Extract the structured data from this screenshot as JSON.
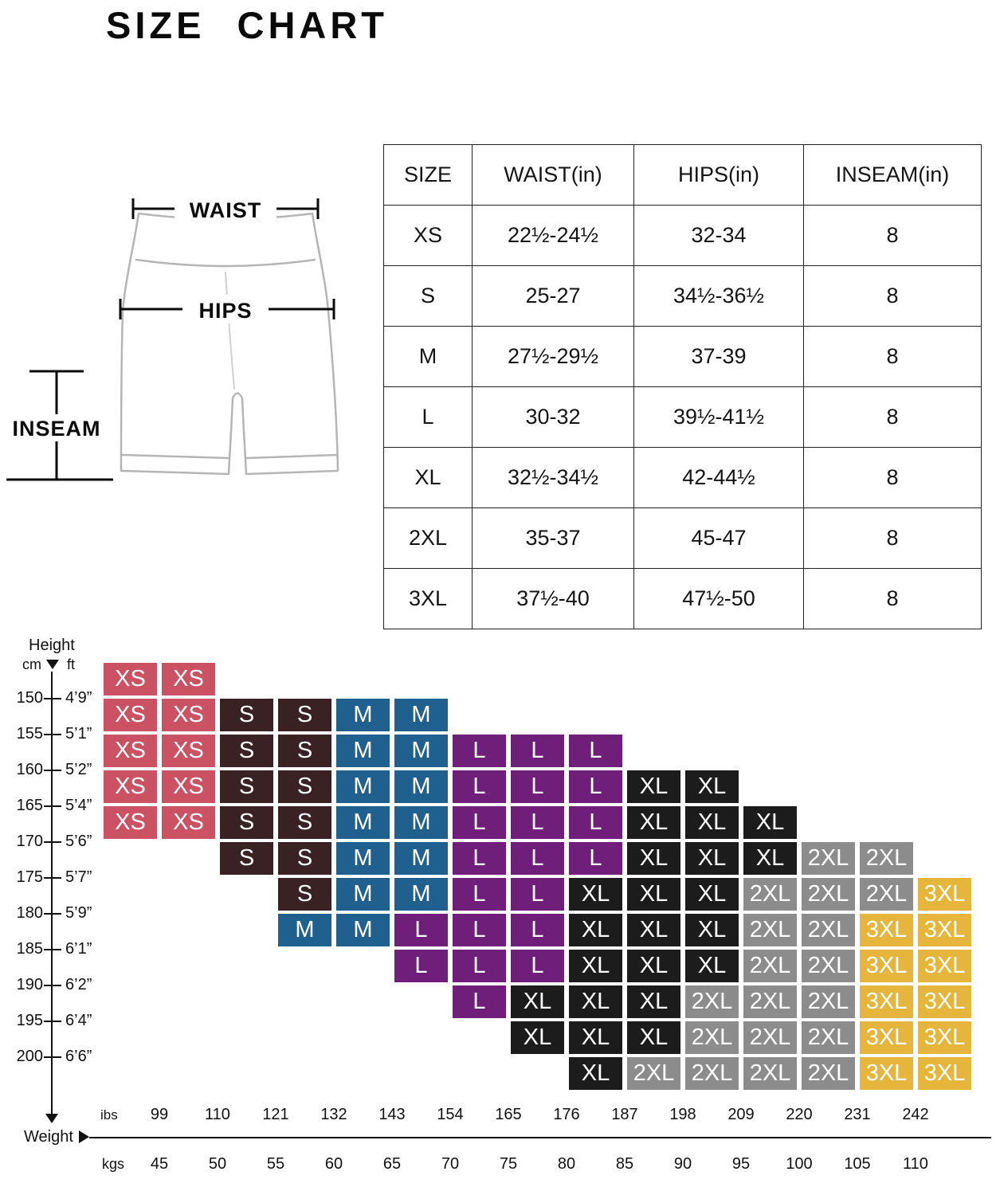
{
  "title": "SIZE CHART",
  "diagram": {
    "waist_label": "WAIST",
    "hips_label": "HIPS",
    "inseam_label": "INSEAM"
  },
  "chart_data": [
    {
      "type": "table",
      "title": "SIZE CHART",
      "columns": [
        "SIZE",
        "WAIST(in)",
        "HIPS(in)",
        "INSEAM(in)"
      ],
      "rows": [
        [
          "XS",
          "22½-24½",
          "32-34",
          "8"
        ],
        [
          "S",
          "25-27",
          "34½-36½",
          "8"
        ],
        [
          "M",
          "27½-29½",
          "37-39",
          "8"
        ],
        [
          "L",
          "30-32",
          "39½-41½",
          "8"
        ],
        [
          "XL",
          "32½-34½",
          "42-44½",
          "8"
        ],
        [
          "2XL",
          "35-37",
          "45-47",
          "8"
        ],
        [
          "3XL",
          "37½-40",
          "47½-50",
          "8"
        ]
      ]
    },
    {
      "type": "heatmap",
      "xlabel": "Weight",
      "ylabel": "Height",
      "x_unit_labels": {
        "lbs": "ibs",
        "kgs": "kgs"
      },
      "y_unit_labels": {
        "cm": "cm",
        "ft": "ft"
      },
      "x_ticks_lbs": [
        "99",
        "110",
        "121",
        "132",
        "143",
        "154",
        "165",
        "176",
        "187",
        "198",
        "209",
        "220",
        "231",
        "242"
      ],
      "x_ticks_kgs": [
        "45",
        "50",
        "55",
        "60",
        "65",
        "70",
        "75",
        "80",
        "85",
        "90",
        "95",
        "100",
        "105",
        "110"
      ],
      "y_ticks": [
        {
          "cm": "150",
          "ft": "4’9”"
        },
        {
          "cm": "155",
          "ft": "5’1”"
        },
        {
          "cm": "160",
          "ft": "5’2”"
        },
        {
          "cm": "165",
          "ft": "5’4”"
        },
        {
          "cm": "170",
          "ft": "5’6”"
        },
        {
          "cm": "175",
          "ft": "5’7”"
        },
        {
          "cm": "180",
          "ft": "5’9”"
        },
        {
          "cm": "185",
          "ft": "6’1”"
        },
        {
          "cm": "190",
          "ft": "6’2”"
        },
        {
          "cm": "195",
          "ft": "6’4”"
        },
        {
          "cm": "200",
          "ft": "6’6”"
        }
      ],
      "sizes": {
        "XS": "#cb5262",
        "S": "#3a2124",
        "M": "#20608f",
        "L": "#6f1f79",
        "XL": "#1c1c1c",
        "2XL": "#8c8c8c",
        "3XL": "#e6b63c"
      },
      "rows": [
        {
          "start_col": 1,
          "sizes": [
            "XS",
            "XS"
          ]
        },
        {
          "start_col": 1,
          "sizes": [
            "XS",
            "XS",
            "S",
            "S",
            "M",
            "M"
          ]
        },
        {
          "start_col": 1,
          "sizes": [
            "XS",
            "XS",
            "S",
            "S",
            "M",
            "M",
            "L",
            "L",
            "L"
          ]
        },
        {
          "start_col": 1,
          "sizes": [
            "XS",
            "XS",
            "S",
            "S",
            "M",
            "M",
            "L",
            "L",
            "L",
            "XL",
            "XL"
          ]
        },
        {
          "start_col": 1,
          "sizes": [
            "XS",
            "XS",
            "S",
            "S",
            "M",
            "M",
            "L",
            "L",
            "L",
            "XL",
            "XL",
            "XL"
          ]
        },
        {
          "start_col": 3,
          "sizes": [
            "S",
            "S",
            "M",
            "M",
            "L",
            "L",
            "L",
            "XL",
            "XL",
            "XL",
            "2XL",
            "2XL"
          ]
        },
        {
          "start_col": 4,
          "sizes": [
            "S",
            "M",
            "M",
            "L",
            "L",
            "XL",
            "XL",
            "XL",
            "2XL",
            "2XL",
            "2XL",
            "3XL"
          ]
        },
        {
          "start_col": 4,
          "sizes": [
            "M",
            "M",
            "L",
            "L",
            "L",
            "XL",
            "XL",
            "XL",
            "2XL",
            "2XL",
            "3XL",
            "3XL"
          ]
        },
        {
          "start_col": 6,
          "sizes": [
            "L",
            "L",
            "L",
            "XL",
            "XL",
            "XL",
            "2XL",
            "2XL",
            "3XL",
            "3XL"
          ]
        },
        {
          "start_col": 7,
          "sizes": [
            "L",
            "XL",
            "XL",
            "XL",
            "2XL",
            "2XL",
            "2XL",
            "3XL",
            "3XL"
          ]
        },
        {
          "start_col": 8,
          "sizes": [
            "XL",
            "XL",
            "XL",
            "2XL",
            "2XL",
            "2XL",
            "3XL",
            "3XL"
          ]
        },
        {
          "start_col": 9,
          "sizes": [
            "XL",
            "2XL",
            "2XL",
            "2XL",
            "2XL",
            "3XL",
            "3XL"
          ]
        }
      ]
    }
  ]
}
